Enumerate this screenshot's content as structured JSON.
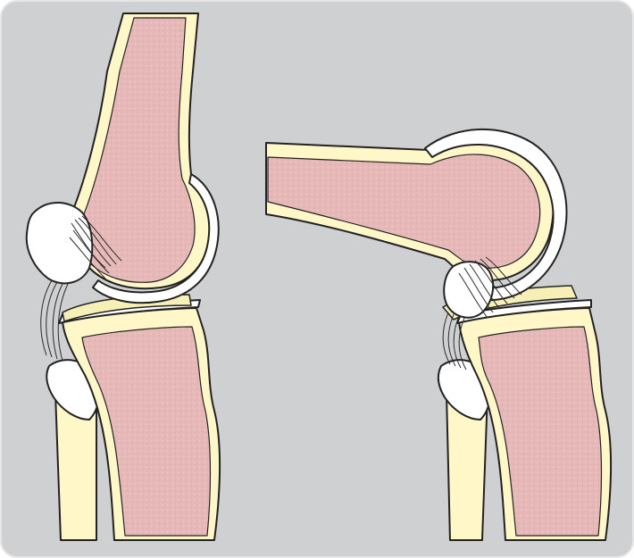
{
  "figure": {
    "colors": {
      "background": "#cfd0d2",
      "frame": "#e6e6e6",
      "bone_marrow": "#e7b8b8",
      "bone_cortex": "#fff7c8",
      "cartilage": "#ffffff",
      "meniscus": "#f6efb6",
      "outline": "#222222",
      "ligament": "#2a2a2a"
    },
    "panels": [
      {
        "id": "extended",
        "state": "extended"
      },
      {
        "id": "flexed",
        "state": "flexed"
      }
    ]
  }
}
